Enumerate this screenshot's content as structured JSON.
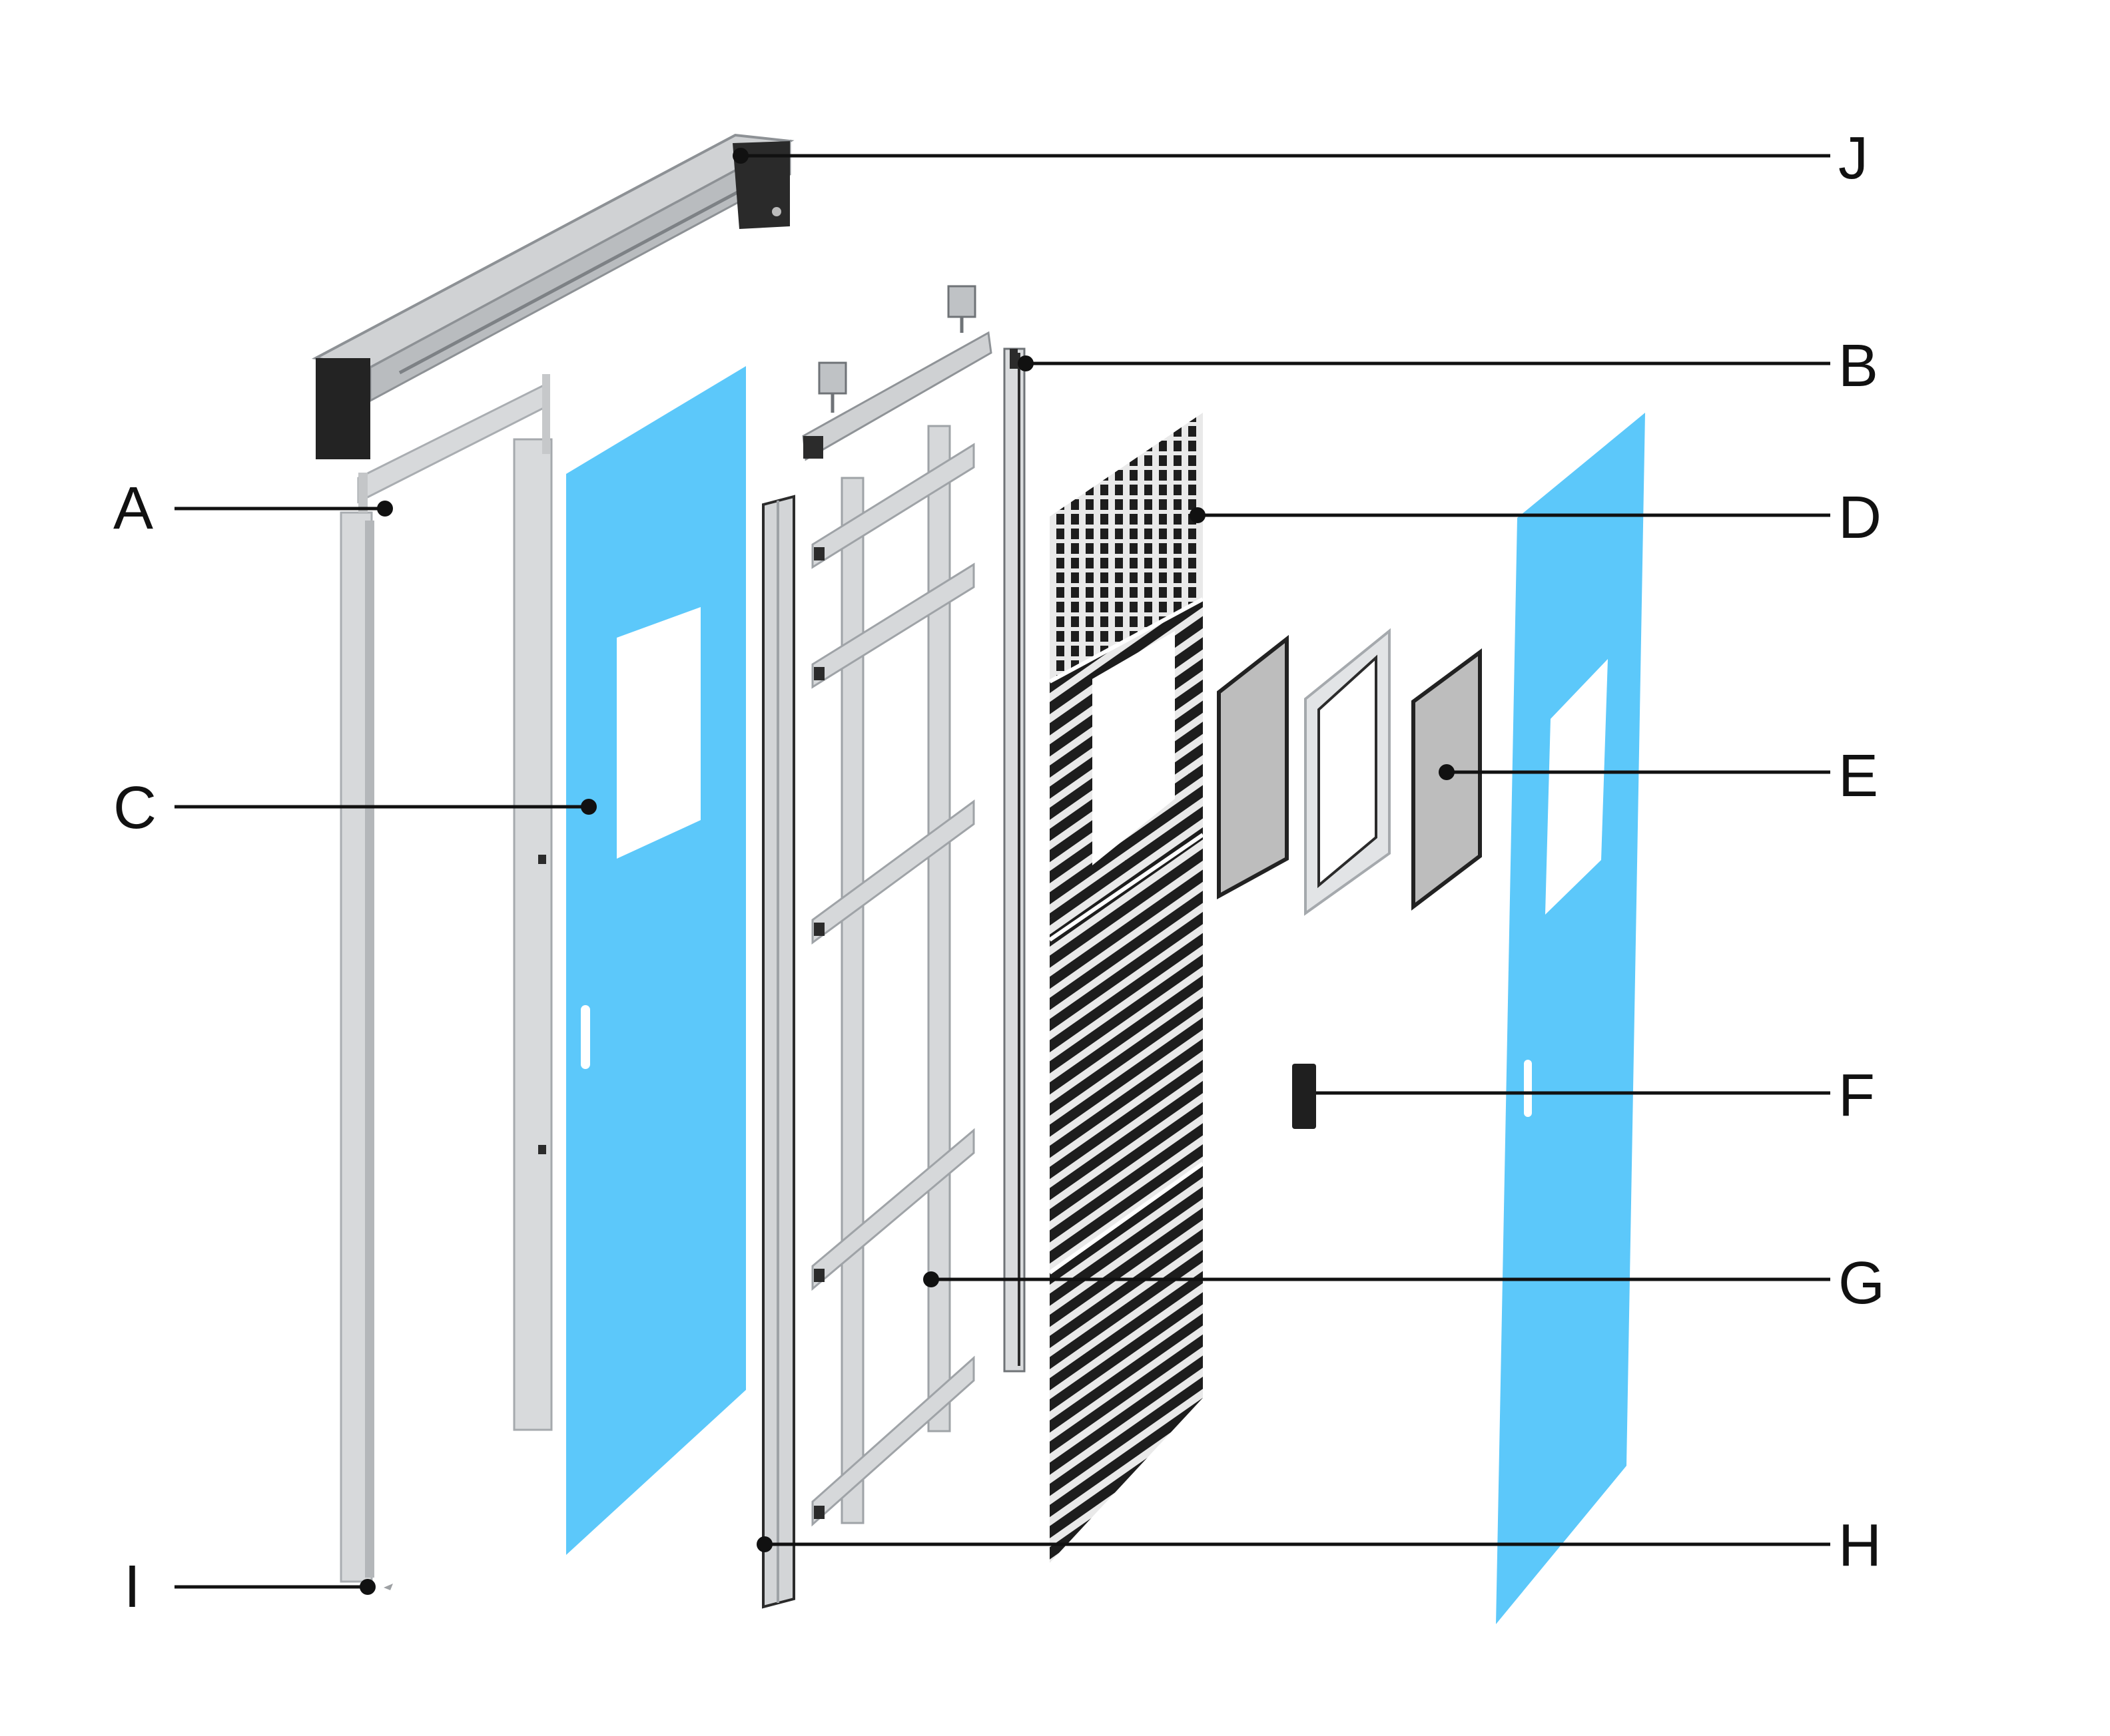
{
  "colors": {
    "panel_blue": "#5cc8fa",
    "frame_grey": "#d7d9db",
    "frame_edge": "#a9adb1",
    "dark": "#2b2b2b",
    "core_black": "#1d1d1d",
    "glass_grey": "#bdbdbd",
    "leader": "#111111"
  },
  "callouts": [
    {
      "letter": "A",
      "part": "door-frame"
    },
    {
      "letter": "B",
      "part": "inner-edge-profile"
    },
    {
      "letter": "C",
      "part": "front-panel"
    },
    {
      "letter": "D",
      "part": "honeycomb-core"
    },
    {
      "letter": "E",
      "part": "window-glass"
    },
    {
      "letter": "F",
      "part": "handle"
    },
    {
      "letter": "G",
      "part": "internal-frame-ladder"
    },
    {
      "letter": "H",
      "part": "side-edge-profile"
    },
    {
      "letter": "I",
      "part": "frame-bottom"
    },
    {
      "letter": "J",
      "part": "track-housing"
    }
  ]
}
